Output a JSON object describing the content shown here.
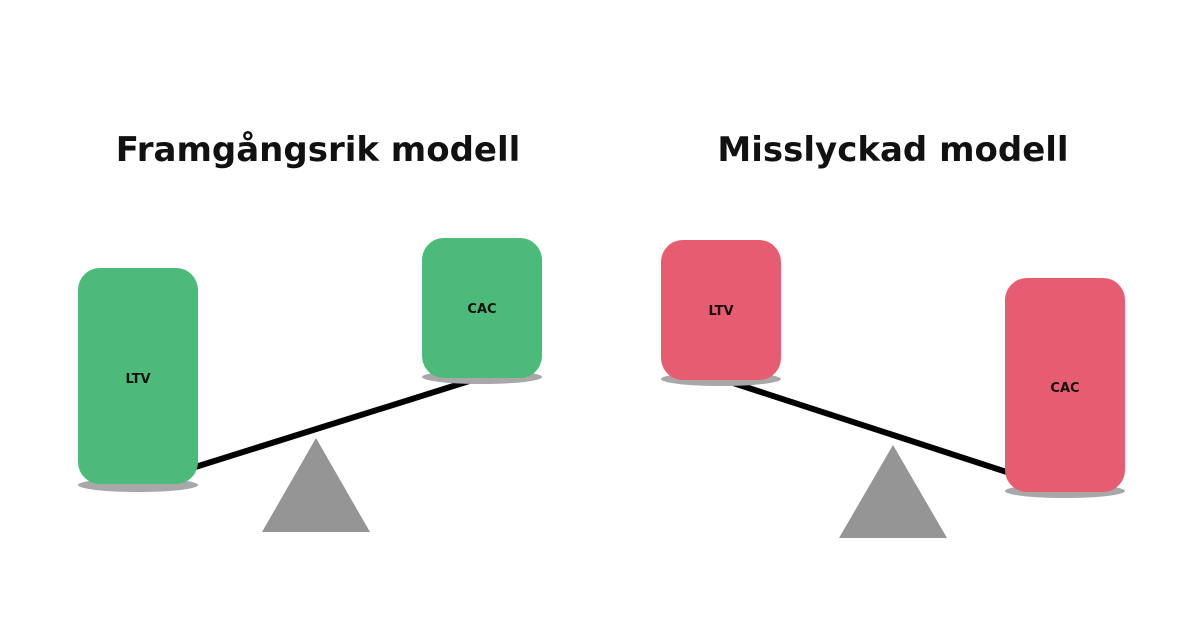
{
  "colors": {
    "success": "#4cba79",
    "failure": "#e65c70",
    "fulcrum": "#959595",
    "shadow": "#a8a8a8",
    "beam": "#000000"
  },
  "panels": [
    {
      "title": "Framgångsrik modell",
      "ltv_label": "LTV",
      "cac_label": "CAC"
    },
    {
      "title": "Misslyckad modell",
      "ltv_label": "LTV",
      "cac_label": "CAC"
    }
  ]
}
